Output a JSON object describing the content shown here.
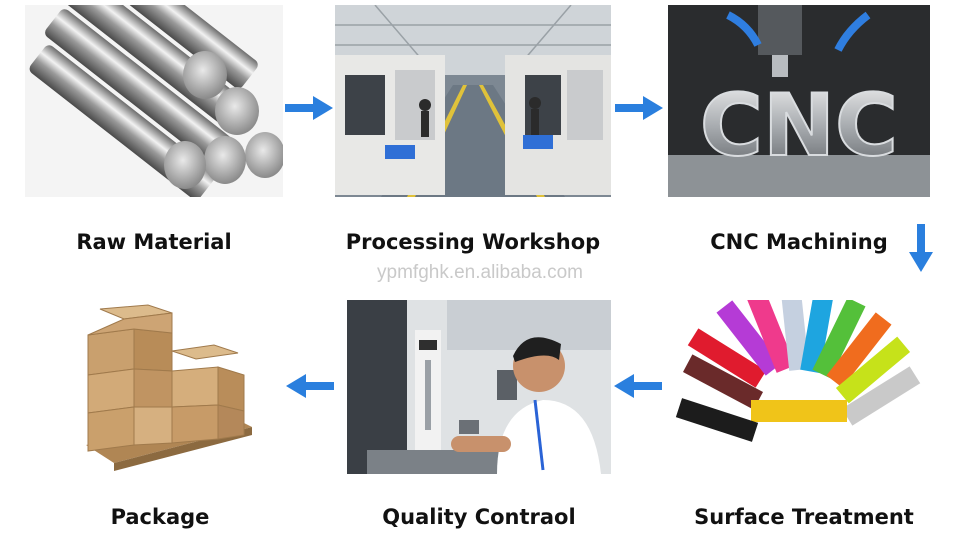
{
  "watermark": "ypmfghk.en.alibaba.com",
  "arrow_color": "#2a7fde",
  "steps": [
    {
      "label": "Raw Material"
    },
    {
      "label": "Processing Workshop"
    },
    {
      "label": "CNC Machining"
    },
    {
      "label": "Surface Treatment"
    },
    {
      "label": "Quality Contraol"
    },
    {
      "label": "Package"
    }
  ],
  "cnc_letters": "CNC",
  "arrows": [
    {
      "direction": "right"
    },
    {
      "direction": "right"
    },
    {
      "direction": "down"
    },
    {
      "direction": "left"
    },
    {
      "direction": "left"
    }
  ]
}
